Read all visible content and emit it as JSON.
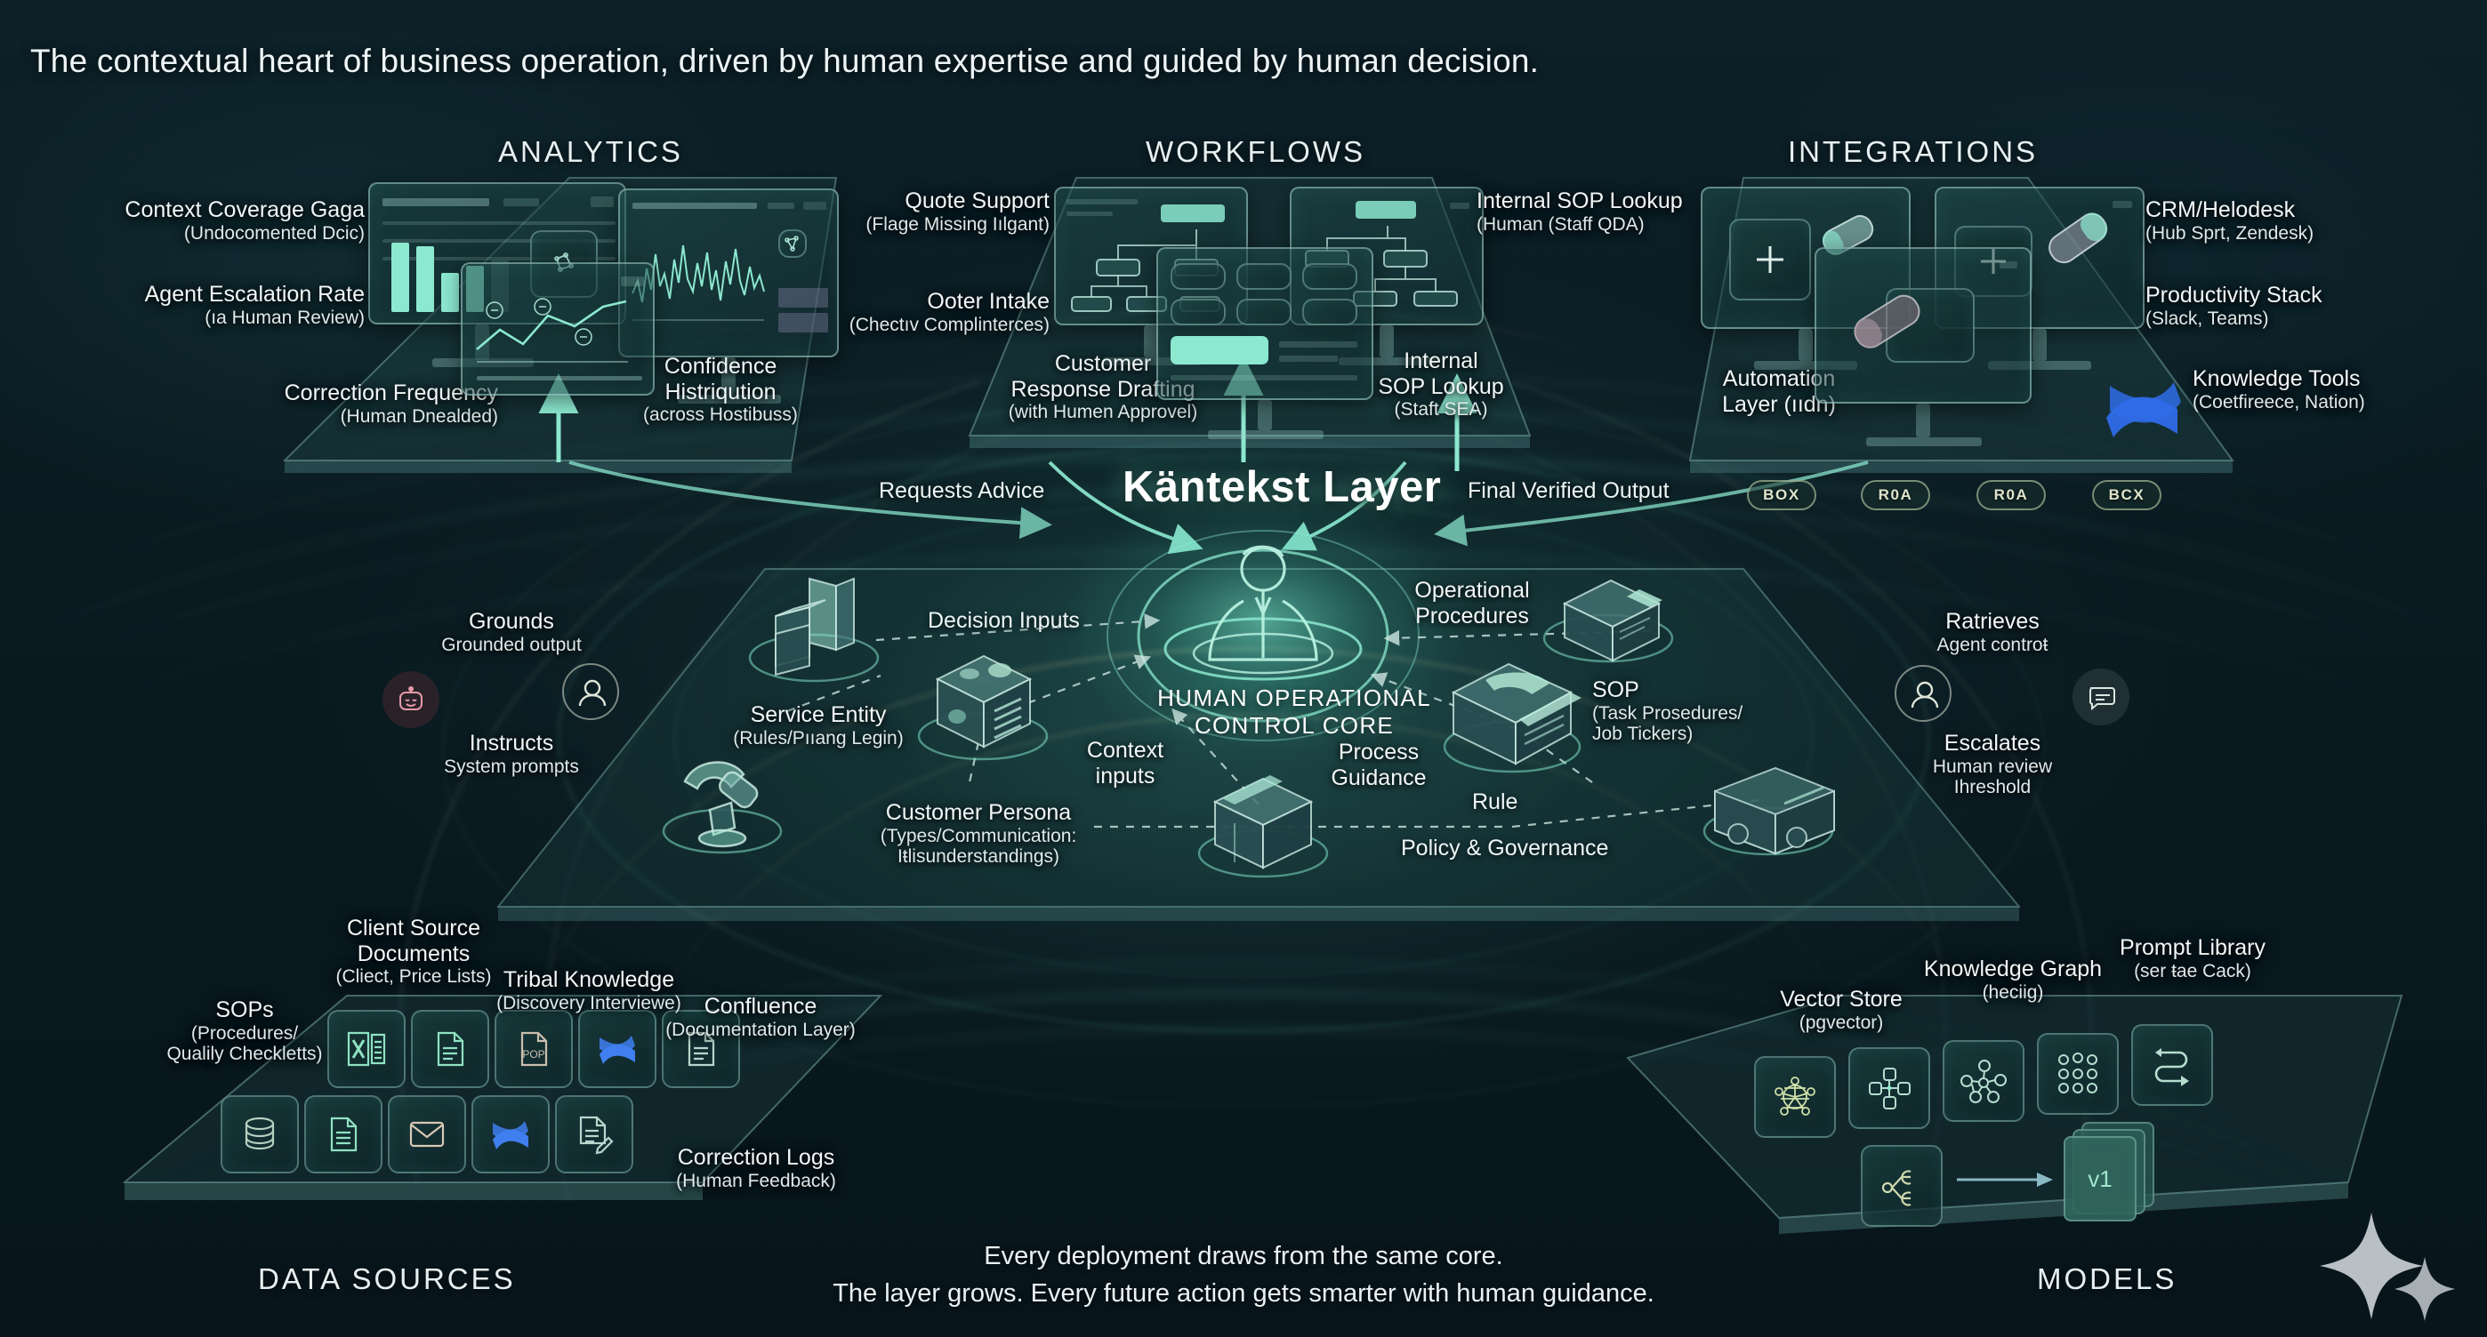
{
  "headline": "The contextual heart of business operation, driven by human expertise and guided by human decision.",
  "sections": {
    "analytics": {
      "title": "ANALYTICS"
    },
    "workflows": {
      "title": "WORKFLOWS"
    },
    "integrations": {
      "title": "INTEGRATIONS"
    },
    "data_sources": {
      "title": "DATA SOURCES"
    },
    "models": {
      "title": "MODELS"
    }
  },
  "center": {
    "layer_title": "Käntekst Layer",
    "core_title": "HUMAN OPERATIONAL CONTROL CORE",
    "flows": {
      "requests_advice": "Requests Advice",
      "final_verified_output": "Final Verified Output",
      "decision_inputs": "Decision Inputs",
      "operational_procedures_l1": "Operational",
      "operational_procedures_l2": "Procedures",
      "context_inputs_l1": "Context",
      "context_inputs_l2": "inputs",
      "process_guidance_l1": "Process",
      "process_guidance_l2": "Guidance",
      "rule": "Rule",
      "policy_governance": "Policy & Governance"
    }
  },
  "analytics_labels": [
    {
      "title": "Context Coverage Gaga",
      "sub": "(Undocomented Dcic)"
    },
    {
      "title": "Agent Escalation Rate",
      "sub": "(ıa Human Review)"
    },
    {
      "title": "Correction Frequency",
      "sub": "(Human Dnealded)"
    },
    {
      "title": "Confidence",
      "title2": "Histriqution",
      "sub": "(across Hostibuss)"
    }
  ],
  "workflow_labels": [
    {
      "title": "Quote Support",
      "sub": "(Flage Missing Iılgant)"
    },
    {
      "title": "Ooter Intake",
      "sub": "(Chectıv Complinterces)"
    },
    {
      "title": "Customer",
      "title2": "Response Drafting",
      "sub": "(with Humen Approvel)"
    },
    {
      "title": "Internal SOP Lookup",
      "sub": "(Human (Staff QDA)"
    },
    {
      "title": "Internal",
      "title2": "SOP Lookup",
      "sub": "(Staft SEA)"
    }
  ],
  "integration_labels": [
    {
      "title": "CRM/Нelodesk",
      "sub": "(Hub Sprt, Zendesk)"
    },
    {
      "title": "Productivity Stack",
      "sub": "(Slack, Teams)"
    },
    {
      "title": "Knowledge Tools",
      "sub": "(Coetfireece, Nation)"
    },
    {
      "title": "Automation",
      "title2": "Layer (ııdn)",
      "sub": ""
    }
  ],
  "integration_pills": [
    "BOX",
    "R0A",
    "R0A",
    "BCX"
  ],
  "orbit_labels": [
    {
      "title": "Grounds",
      "sub": "Grounded output"
    },
    {
      "title": "Instructs",
      "sub": "System prompts"
    },
    {
      "title": "Ratrieves",
      "sub": "Agent controŧ"
    },
    {
      "title": "Escalates",
      "sub": "Human review",
      "sub2": "Ihreshold"
    }
  ],
  "core_nodes": [
    {
      "title": "Service Entity",
      "sub": "(Rules/Pııang Legin)"
    },
    {
      "title": "Customer Persona",
      "sub": "(Types/Communication:",
      "sub2": "Iŧlisunderstandings)"
    },
    {
      "title": "SOP",
      "sub": "(Task Prosedures/",
      "sub2": "Job Tickers)"
    }
  ],
  "data_source_labels": [
    {
      "title": "Client Source",
      "title2": "Documents",
      "sub": "(Cliect, Price Lists)"
    },
    {
      "title": "SOPs",
      "sub": "(Procedures/",
      "sub2": "Qualily Checkletts)"
    },
    {
      "title": "Tribal Knowledge",
      "sub": "(Discovery Interviewe)"
    },
    {
      "title": "Confluence",
      "sub": "(Documentation Layer)"
    },
    {
      "title": "Correction Logs",
      "sub": "(Human Feedback)"
    }
  ],
  "data_source_icons": [
    "spreadsheet-icon",
    "document-icon",
    "pdf-icon",
    "confluence-icon",
    "document-icon",
    "database-icon",
    "document-icon",
    "email-icon",
    "confluence-icon",
    "edit-document-icon"
  ],
  "data_source_icon_text": {
    "spreadsheet": "X",
    "pdf": "POP"
  },
  "model_labels": [
    {
      "title": "Vector Store",
      "sub": "(pgvector)"
    },
    {
      "title": "Knowledge Graph",
      "sub": "(heciig)"
    },
    {
      "title": "Prompt Library",
      "sub": "(ser ŧae Cack)"
    }
  ],
  "model_icon_text": {
    "version": "v1"
  },
  "footer": {
    "line1": "Every deployment draws from the same core.",
    "line2": "The layer grows. Every future action gets smarter with human guidance."
  },
  "colors": {
    "mint": "#8ce8cf",
    "background": "#0b1c22",
    "text": "#f2f7f8",
    "outline": "rgba(168,216,210,0.55)",
    "confluence_blue": "#2f6ce8",
    "pill_border": "#bed2aa"
  }
}
